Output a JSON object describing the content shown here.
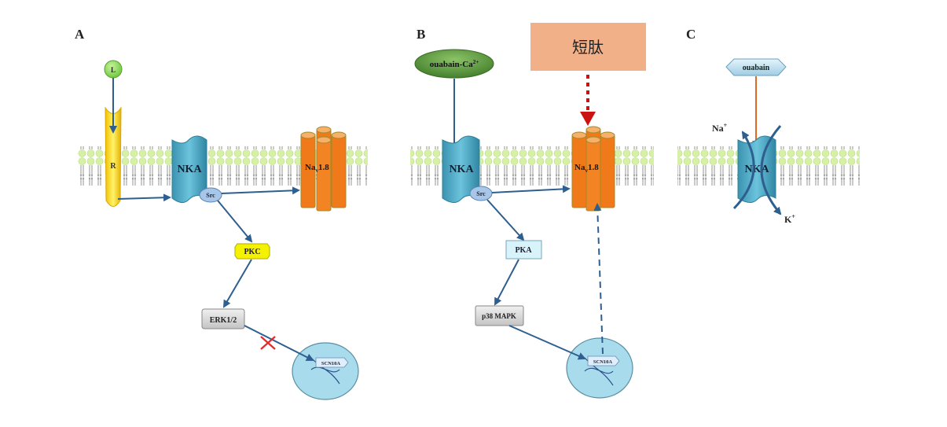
{
  "figure": {
    "panels": [
      {
        "label": "A",
        "ligand": "L",
        "receptor": "R",
        "pump": "NKA",
        "kinase_src": "Src",
        "channel": "Nav1.8",
        "channel_main": "Na",
        "channel_sub": "v",
        "channel_rest": "1.8",
        "kinase_1": "PKC",
        "kinase_2": "ERK1/2",
        "gene": "SCN10A",
        "blocked_marker": "×"
      },
      {
        "label": "B",
        "stimulus": "ouabain-Ca²⁺",
        "stimulus_main": "ouabain-Ca",
        "stimulus_sup": "2+",
        "peptide_box": "短肽",
        "pump": "NKA",
        "kinase_src": "Src",
        "channel_main": "Na",
        "channel_sub": "v",
        "channel_rest": "1.8",
        "kinase_1": "PKA",
        "kinase_2": "p38 MAPK",
        "gene": "SCN10A"
      },
      {
        "label": "C",
        "inhibitor": "ouabain",
        "pump": "NKA",
        "ion_out": "Na⁺",
        "ion_out_main": "Na",
        "ion_in": "K⁺",
        "ion_in_main": "K",
        "ion_sup": "+"
      }
    ],
    "colors": {
      "arrow": "#2e5f8f",
      "membrane_head": "#d6f0a6",
      "receptor": "#f5c800",
      "pump": "#4aa7c4",
      "channel": "#f07a1a",
      "channel_edge": "#9a8a2a",
      "pkc": "#f5f200",
      "pka": "#d8f3fa",
      "erk": "#d4d4d4",
      "nucleus": "#a8dcec",
      "peptide_box": "#f2b088",
      "peptide_arrow": "#cc1111",
      "ouabain_inhibit": "#e06a20",
      "ligand": "#8fd860",
      "stimulus": "#5e9e3e"
    }
  }
}
